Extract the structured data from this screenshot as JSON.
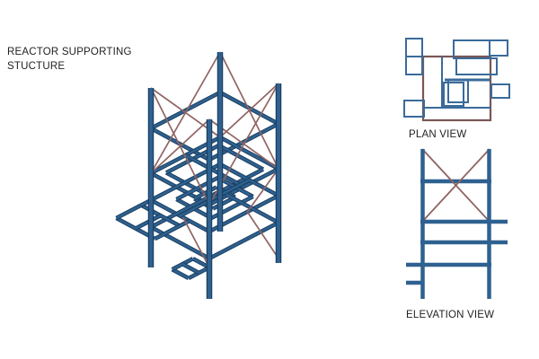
{
  "title": "REACTOR SUPPORTING\nSTUCTURE",
  "labels": {
    "plan": "PLAN VIEW",
    "elevation": "ELEVATION VIEW"
  },
  "colors": {
    "background": "#ffffff",
    "steel_fill": "#2e6190",
    "steel_edge": "#1c3f60",
    "brace": "#8f6462",
    "plan_outline": "#7a5656",
    "plan_steel": "#3a6b9a",
    "text": "#1f1f1f"
  }
}
